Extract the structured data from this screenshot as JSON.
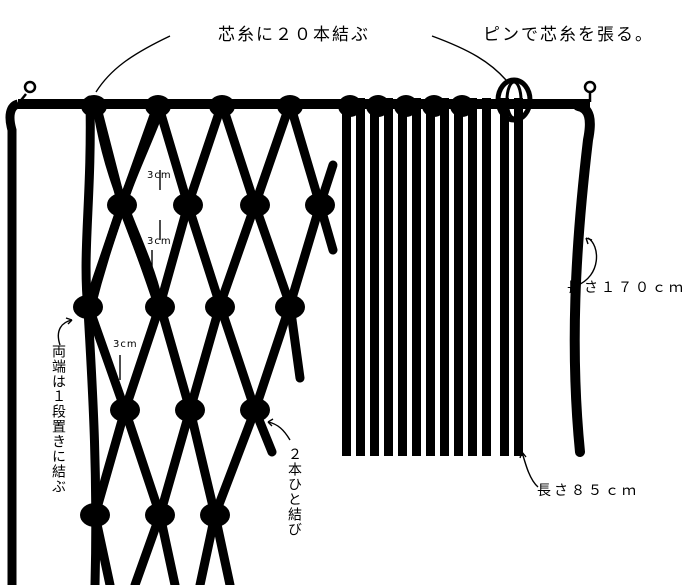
{
  "labels": {
    "core_tie": "芯糸に２０本結ぶ",
    "pin": "ピンで芯糸を張る。",
    "len170": "長さ１７０ｃｍ",
    "len85": "長さ８５ｃｍ",
    "gap_1": "3cm",
    "gap_2": "3cm",
    "gap_3": "3cm",
    "edges": "両端は１段置きに結ぶ",
    "two_knot": "２本ひと結び"
  },
  "colors": {
    "ink": "#000000",
    "paper": "#ffffff"
  }
}
